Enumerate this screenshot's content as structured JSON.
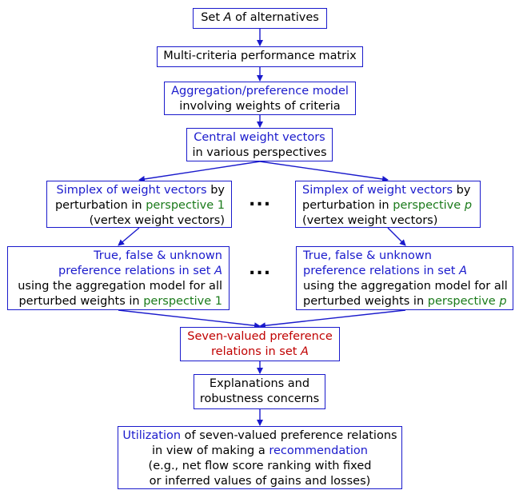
{
  "boxes": {
    "alternatives": {
      "pre": "Set ",
      "var": "A",
      "post": " of alternatives"
    },
    "matrix": {
      "text": "Multi-criteria performance matrix"
    },
    "aggregation": {
      "line1": "Aggregation/preference model",
      "line2": "involving weights of criteria"
    },
    "central": {
      "line1": "Central weight vectors",
      "line2": "in various perspectives"
    },
    "simplex_left": {
      "l1_blue": "Simplex of weight vectors",
      "l1_post": " by",
      "l2_pre": "perturbation in ",
      "l2_green": "perspective 1",
      "l3": "(vertex weight vectors)"
    },
    "simplex_right": {
      "l1_blue": "Simplex of weight vectors",
      "l1_post": " by",
      "l2_pre": "perturbation in ",
      "l2_green": "perspective ",
      "l2_var": "p",
      "l3": "(vertex weight vectors)"
    },
    "relations_left": {
      "l1": "True, false & unknown",
      "l2_pre": "preference relations in set ",
      "l2_var": "A",
      "l3": "using the aggregation model for all",
      "l4_pre": "perturbed weights in ",
      "l4_green": "perspective 1"
    },
    "relations_right": {
      "l1": "True, false & unknown",
      "l2_pre": "preference relations in set ",
      "l2_var": "A",
      "l3": "using the aggregation model for all",
      "l4_pre": "perturbed weights in ",
      "l4_green": "perspective ",
      "l4_var": "p"
    },
    "seven": {
      "line1": "Seven-valued preference",
      "line2_pre": "relations in set ",
      "line2_var": "A"
    },
    "explanations": {
      "line1": "Explanations and",
      "line2": "robustness concerns"
    },
    "utilization": {
      "l1_blue": "Utilization",
      "l1_post": " of seven-valued preference relations",
      "l2_pre": "in view of making a ",
      "l2_blue": "recommendation",
      "l3": "(e.g., net flow score ranking with fixed",
      "l4": "or inferred values of gains and losses)"
    }
  },
  "ellipsis": "...",
  "colors": {
    "border": "#1a1acc",
    "blue_text": "#1a1acc",
    "red_text": "#c00000",
    "green_text": "#1a7a1a"
  }
}
